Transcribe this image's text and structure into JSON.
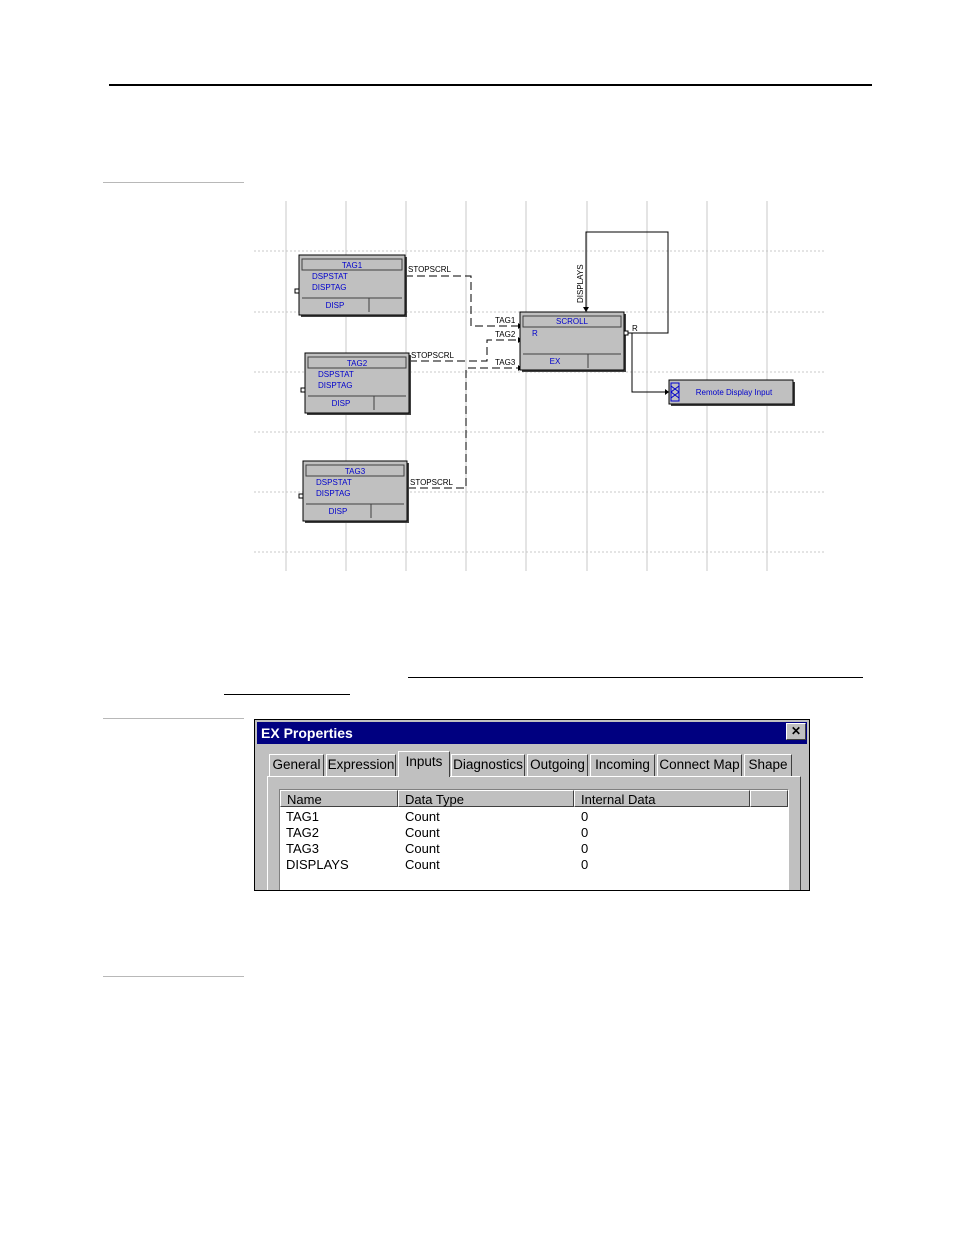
{
  "diagram": {
    "blocks": [
      {
        "title": "TAG1",
        "lines": [
          "DSPSTAT",
          "DISPTAG"
        ],
        "footer": "DISP"
      },
      {
        "title": "TAG2",
        "lines": [
          "DSPSTAT",
          "DISPTAG"
        ],
        "footer": "DISP"
      },
      {
        "title": "TAG3",
        "lines": [
          "DSPSTAT",
          "DISPTAG"
        ],
        "footer": "DISP"
      }
    ],
    "scroll_block": {
      "title": "SCROLL",
      "line": "R",
      "footer": "EX"
    },
    "remote_block": {
      "label": "Remote Display Input"
    },
    "wire_labels": {
      "stopscrl_1": "STOPSCRL",
      "stopscrl_2": "STOPSCRL",
      "stopscrl_3": "STOPSCRL",
      "tag1": "TAG1",
      "tag2": "TAG2",
      "tag3": "TAG3",
      "displays": "DISPLAYS",
      "r_out": "R"
    },
    "colors": {
      "block_text": "#0000cc",
      "grid": "#c8c8c8",
      "block_fill": "#c0c0c0"
    }
  },
  "dialog": {
    "title": "EX Properties",
    "close_label": "✕",
    "tabs": [
      {
        "label": "General",
        "active": false
      },
      {
        "label": "Expression",
        "active": false
      },
      {
        "label": "Inputs",
        "active": true
      },
      {
        "label": "Diagnostics",
        "active": false
      },
      {
        "label": "Outgoing",
        "active": false
      },
      {
        "label": "Incoming",
        "active": false
      },
      {
        "label": "Connect Map",
        "active": false
      },
      {
        "label": "Shape",
        "active": false
      }
    ],
    "columns": [
      "Name",
      "Data Type",
      "Internal Data"
    ],
    "rows": [
      {
        "name": "TAG1",
        "type": "Count",
        "data": "0"
      },
      {
        "name": "TAG2",
        "type": "Count",
        "data": "0"
      },
      {
        "name": "TAG3",
        "type": "Count",
        "data": "0"
      },
      {
        "name": "DISPLAYS",
        "type": "Count",
        "data": "0"
      }
    ],
    "colors": {
      "title_bar": "#000080",
      "face": "#c0c0c0"
    }
  }
}
